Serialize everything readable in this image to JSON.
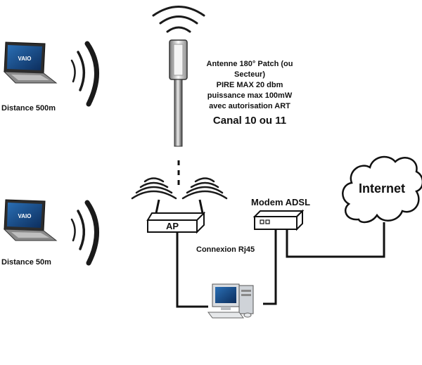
{
  "antenna": {
    "line1": "Antenne 180° Patch (ou Secteur)",
    "line2": "PIRE MAX 20 dbm",
    "line3": "puissance max 100mW",
    "line4": "avec autorisation ART",
    "channel": "Canal 10 ou 11"
  },
  "clients": [
    {
      "distance": "Distance 500m",
      "logo": "VAIO"
    },
    {
      "distance": "Distance 50m",
      "logo": "VAIO"
    }
  ],
  "access_point": {
    "label": "AP"
  },
  "modem": {
    "label": "Modem ADSL"
  },
  "cloud": {
    "label": "Internet"
  },
  "link_label": "Connexion Rj45",
  "colors": {
    "line": "#111111",
    "signal": "#1a1a1a",
    "device_fill": "#ffffff"
  },
  "icons": [
    "laptop-icon",
    "wifi-waves-icon",
    "antenna-icon",
    "router-icon",
    "modem-icon",
    "cloud-icon",
    "desktop-computer-icon"
  ]
}
